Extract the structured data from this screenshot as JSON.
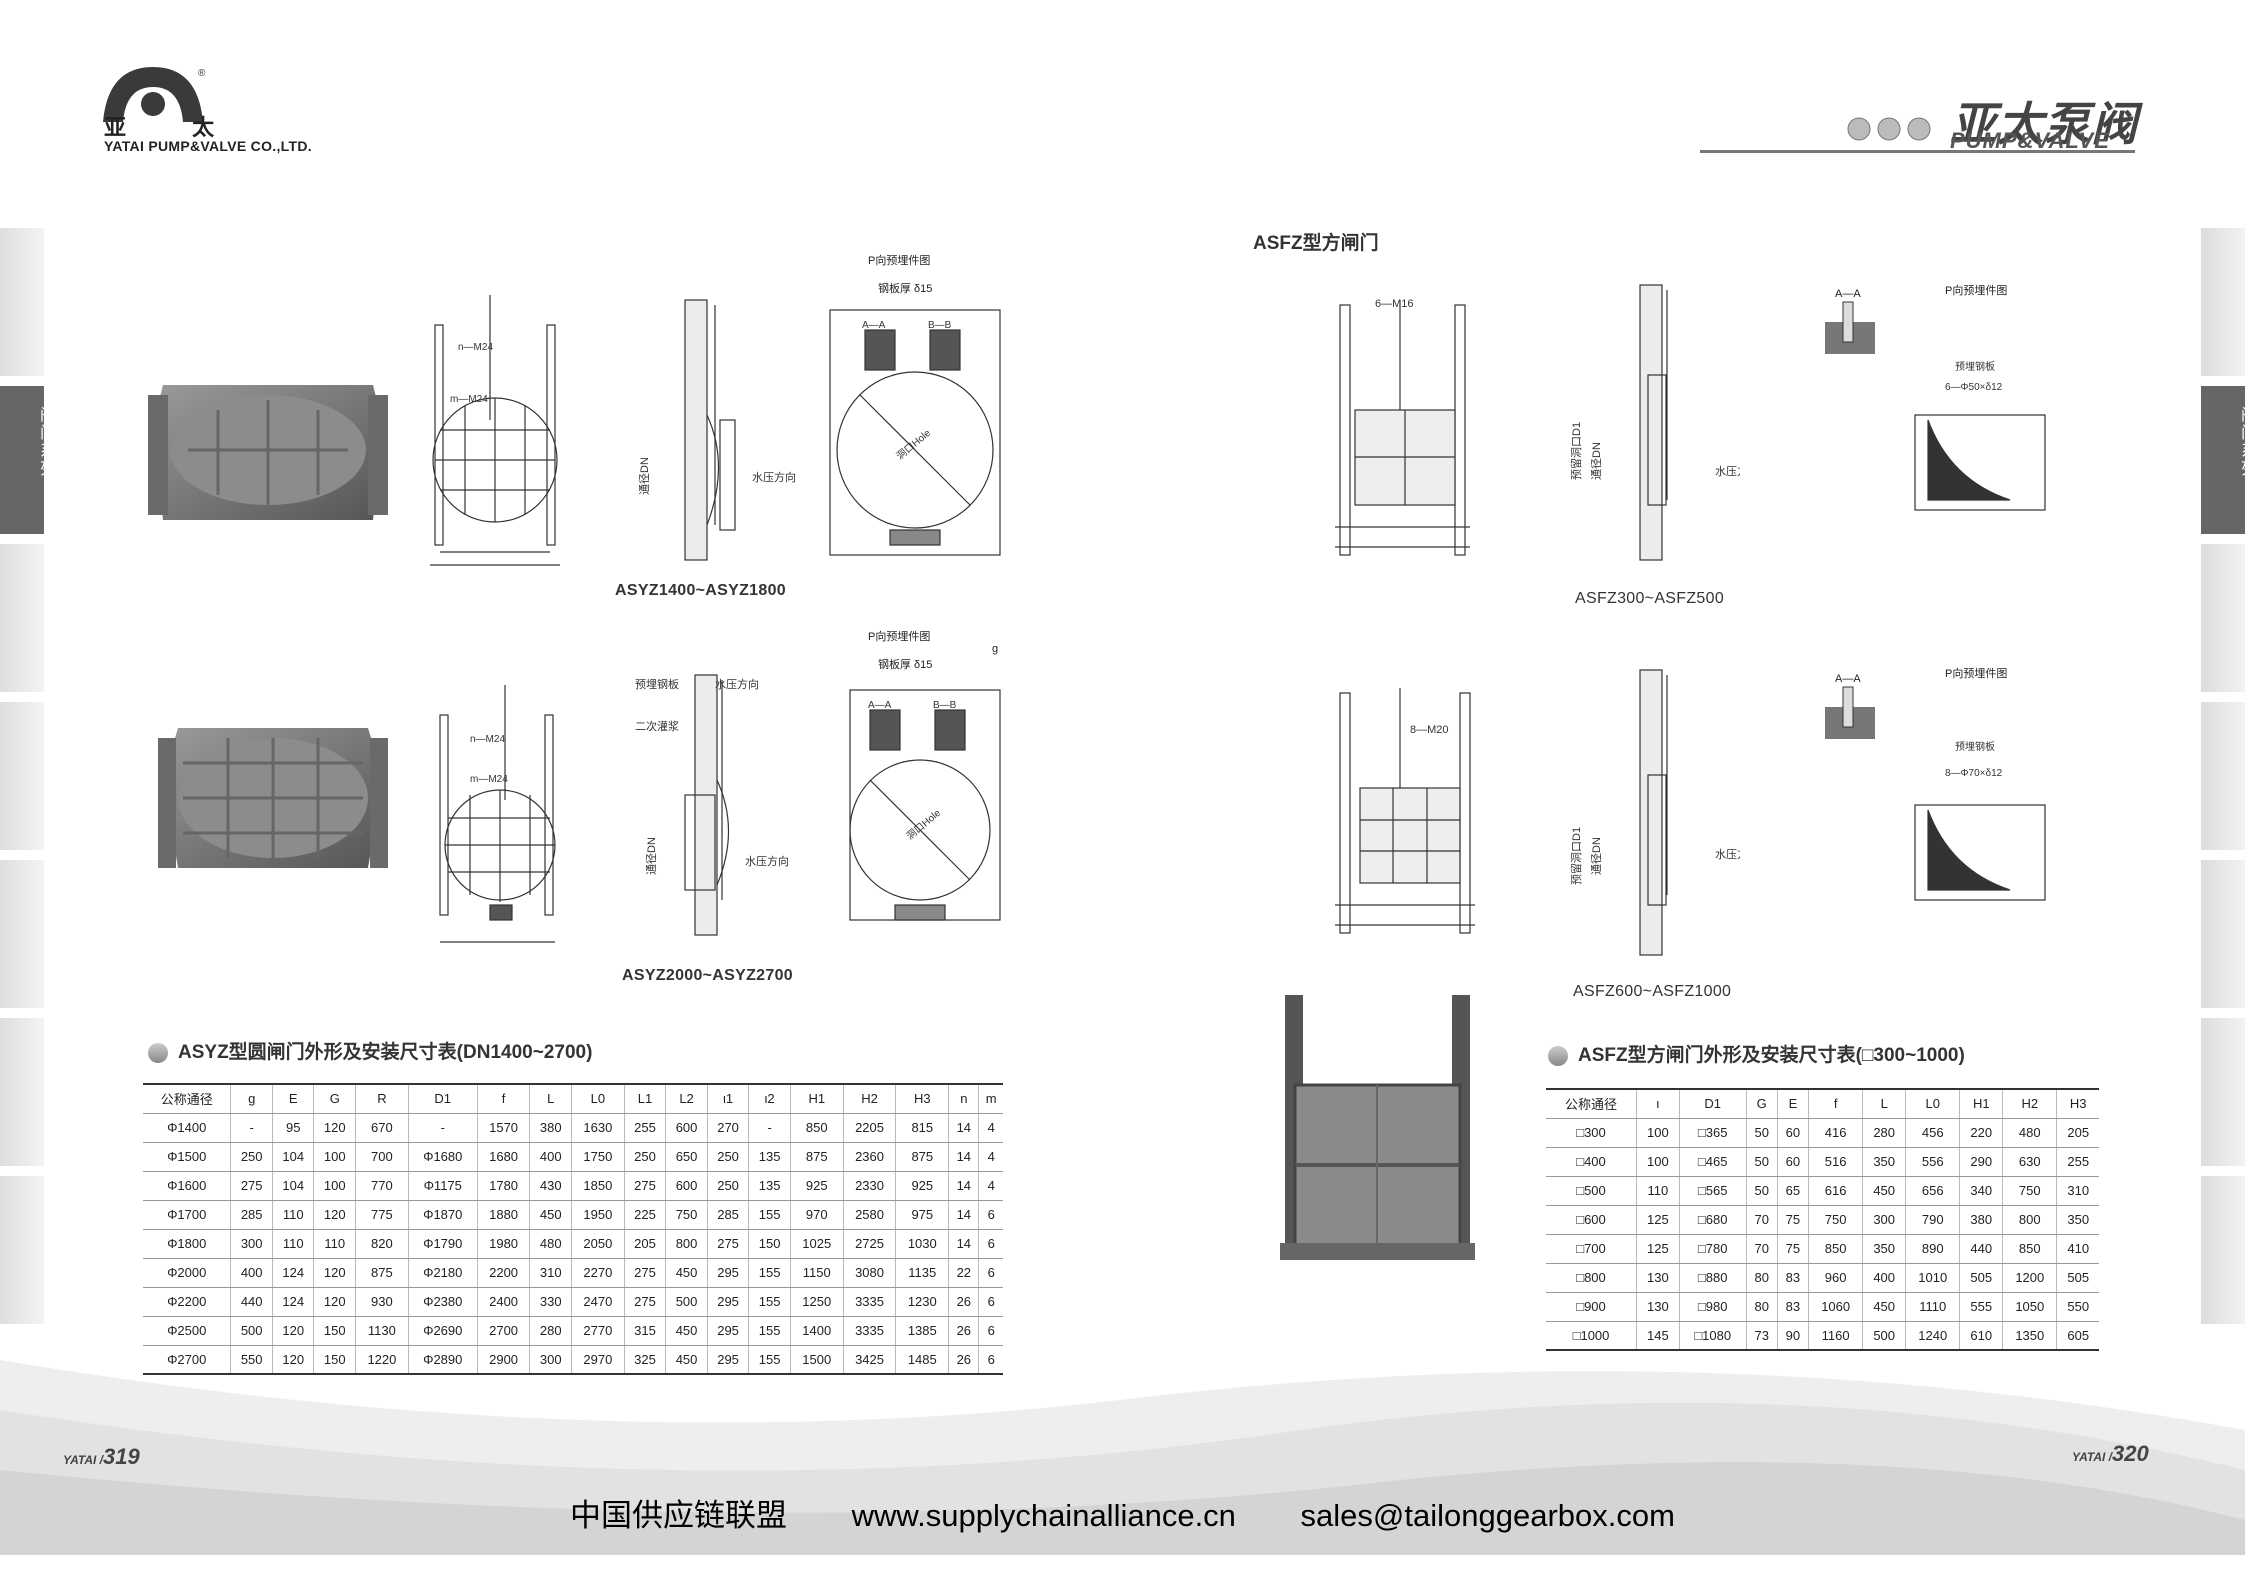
{
  "header": {
    "logo_cn": "亚 太",
    "logo_en": "YATAI PUMP&VALVE CO.,LTD.",
    "brand_cn": "亚太泵阀",
    "brand_en": "PUMP&VALVE"
  },
  "side_tab": {
    "label": "阀门系列"
  },
  "left": {
    "drawing1_caption": "ASYZ1400~ASYZ1800",
    "drawing2_caption": "ASYZ2000~ASYZ2700",
    "labels": {
      "p_view": "P向预埋件图",
      "plate": "钢板厚 δ15",
      "aa": "A—A",
      "bb": "B—B",
      "water": "水压方向",
      "pass": "通径DN",
      "hole": "洞口Hole",
      "embed": "预埋钢板",
      "grout": "二次灌浆",
      "nm24": "n—M24",
      "mm24": "m—M24",
      "g": "g"
    },
    "table_title": "ASYZ型圆闸门外形及安装尺寸表(DN1400~2700)",
    "table_headers": [
      "公称通径",
      "g",
      "E",
      "G",
      "R",
      "D1",
      "f",
      "L",
      "L0",
      "L1",
      "L2",
      "ι1",
      "ι2",
      "H1",
      "H2",
      "H3",
      "n",
      "m"
    ],
    "table_rows": [
      [
        "Φ1400",
        "-",
        "95",
        "120",
        "670",
        "-",
        "1570",
        "380",
        "1630",
        "255",
        "600",
        "270",
        "-",
        "850",
        "2205",
        "815",
        "14",
        "4"
      ],
      [
        "Φ1500",
        "250",
        "104",
        "100",
        "700",
        "Φ1680",
        "1680",
        "400",
        "1750",
        "250",
        "650",
        "250",
        "135",
        "875",
        "2360",
        "875",
        "14",
        "4"
      ],
      [
        "Φ1600",
        "275",
        "104",
        "100",
        "770",
        "Φ1175",
        "1780",
        "430",
        "1850",
        "275",
        "600",
        "250",
        "135",
        "925",
        "2330",
        "925",
        "14",
        "4"
      ],
      [
        "Φ1700",
        "285",
        "110",
        "120",
        "775",
        "Φ1870",
        "1880",
        "450",
        "1950",
        "225",
        "750",
        "285",
        "155",
        "970",
        "2580",
        "975",
        "14",
        "6"
      ],
      [
        "Φ1800",
        "300",
        "110",
        "110",
        "820",
        "Φ1790",
        "1980",
        "480",
        "2050",
        "205",
        "800",
        "275",
        "150",
        "1025",
        "2725",
        "1030",
        "14",
        "6"
      ],
      [
        "Φ2000",
        "400",
        "124",
        "120",
        "875",
        "Φ2180",
        "2200",
        "310",
        "2270",
        "275",
        "450",
        "295",
        "155",
        "1150",
        "3080",
        "1135",
        "22",
        "6"
      ],
      [
        "Φ2200",
        "440",
        "124",
        "120",
        "930",
        "Φ2380",
        "2400",
        "330",
        "2470",
        "275",
        "500",
        "295",
        "155",
        "1250",
        "3335",
        "1230",
        "26",
        "6"
      ],
      [
        "Φ2500",
        "500",
        "120",
        "150",
        "1130",
        "Φ2690",
        "2700",
        "280",
        "2770",
        "315",
        "450",
        "295",
        "155",
        "1400",
        "3335",
        "1385",
        "26",
        "6"
      ],
      [
        "Φ2700",
        "550",
        "120",
        "150",
        "1220",
        "Φ2890",
        "2900",
        "300",
        "2970",
        "325",
        "450",
        "295",
        "155",
        "1500",
        "3425",
        "1485",
        "26",
        "6"
      ]
    ],
    "page_num": "319",
    "page_prefix": "YATAI /"
  },
  "right": {
    "section_title": "ASFZ型方闸门",
    "drawing1_caption": "ASFZ300~ASFZ500",
    "drawing2_caption": "ASFZ600~ASFZ1000",
    "labels": {
      "p_view": "P向预埋件图",
      "aa": "A—A",
      "embed": "预埋钢板",
      "hole": "预留洞口",
      "bolts1": "6—Φ50×δ12",
      "bolts2": "8—Φ70×δ12",
      "m16": "6—M16",
      "m20": "8—M20",
      "water": "水压方向",
      "pass": "通径DN",
      "hole_d1": "预留洞口D1"
    },
    "table_title": "ASFZ型方闸门外形及安装尺寸表(□300~1000)",
    "table_headers": [
      "公称通径",
      "ι",
      "D1",
      "G",
      "E",
      "f",
      "L",
      "L0",
      "H1",
      "H2",
      "H3"
    ],
    "table_rows": [
      [
        "□300",
        "100",
        "□365",
        "50",
        "60",
        "416",
        "280",
        "456",
        "220",
        "480",
        "205"
      ],
      [
        "□400",
        "100",
        "□465",
        "50",
        "60",
        "516",
        "350",
        "556",
        "290",
        "630",
        "255"
      ],
      [
        "□500",
        "110",
        "□565",
        "50",
        "65",
        "616",
        "450",
        "656",
        "340",
        "750",
        "310"
      ],
      [
        "□600",
        "125",
        "□680",
        "70",
        "75",
        "750",
        "300",
        "790",
        "380",
        "800",
        "350"
      ],
      [
        "□700",
        "125",
        "□780",
        "70",
        "75",
        "850",
        "350",
        "890",
        "440",
        "850",
        "410"
      ],
      [
        "□800",
        "130",
        "□880",
        "80",
        "83",
        "960",
        "400",
        "1010",
        "505",
        "1200",
        "505"
      ],
      [
        "□900",
        "130",
        "□980",
        "80",
        "83",
        "1060",
        "450",
        "1110",
        "555",
        "1050",
        "550"
      ],
      [
        "□1000",
        "145",
        "□1080",
        "73",
        "90",
        "1160",
        "500",
        "1240",
        "610",
        "1350",
        "605"
      ]
    ],
    "page_num": "320",
    "page_prefix": "YATAI /"
  },
  "footer": {
    "org": "中国供应链联盟",
    "url": "www.supplychainalliance.cn",
    "email": "sales@tailonggearbox.com"
  }
}
